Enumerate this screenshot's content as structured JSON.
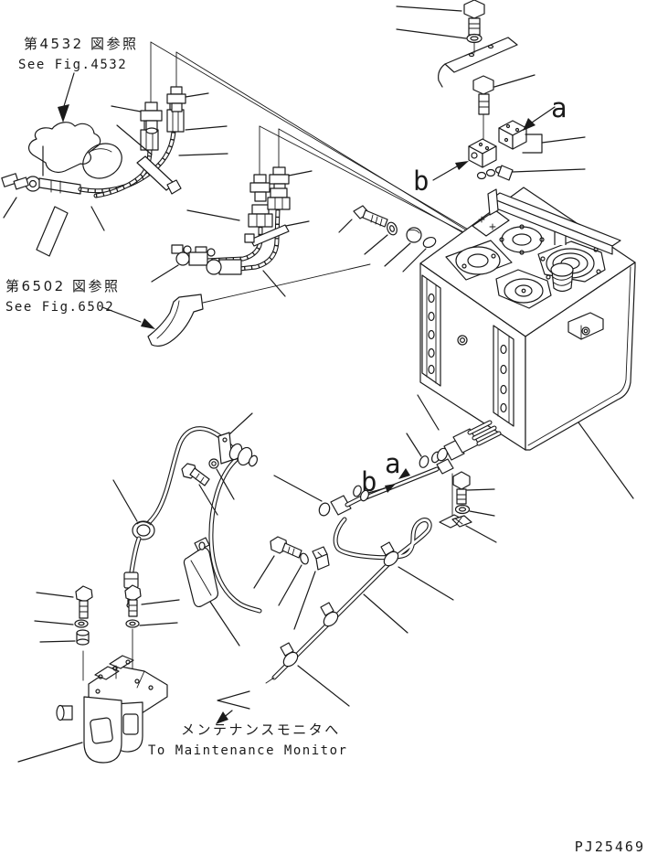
{
  "figure": {
    "title_hint": "hydraulic tank piping parts diagram",
    "part_number": "PJ25469",
    "annotations": {
      "fig4532": {
        "jp": "第4532 図参照",
        "en": "See Fig.4532"
      },
      "fig6502": {
        "jp": "第6502 図参照",
        "en": "See Fig.6502"
      },
      "maintenance": {
        "jp": "メンテナンスモニタへ",
        "en": "To Maintenance Monitor"
      }
    },
    "view_labels": {
      "a_upper": "a",
      "b_upper": "b",
      "a_lower": "a",
      "b_lower": "b"
    },
    "colors": {
      "line": "#1a1a1a",
      "background": "#ffffff"
    }
  }
}
